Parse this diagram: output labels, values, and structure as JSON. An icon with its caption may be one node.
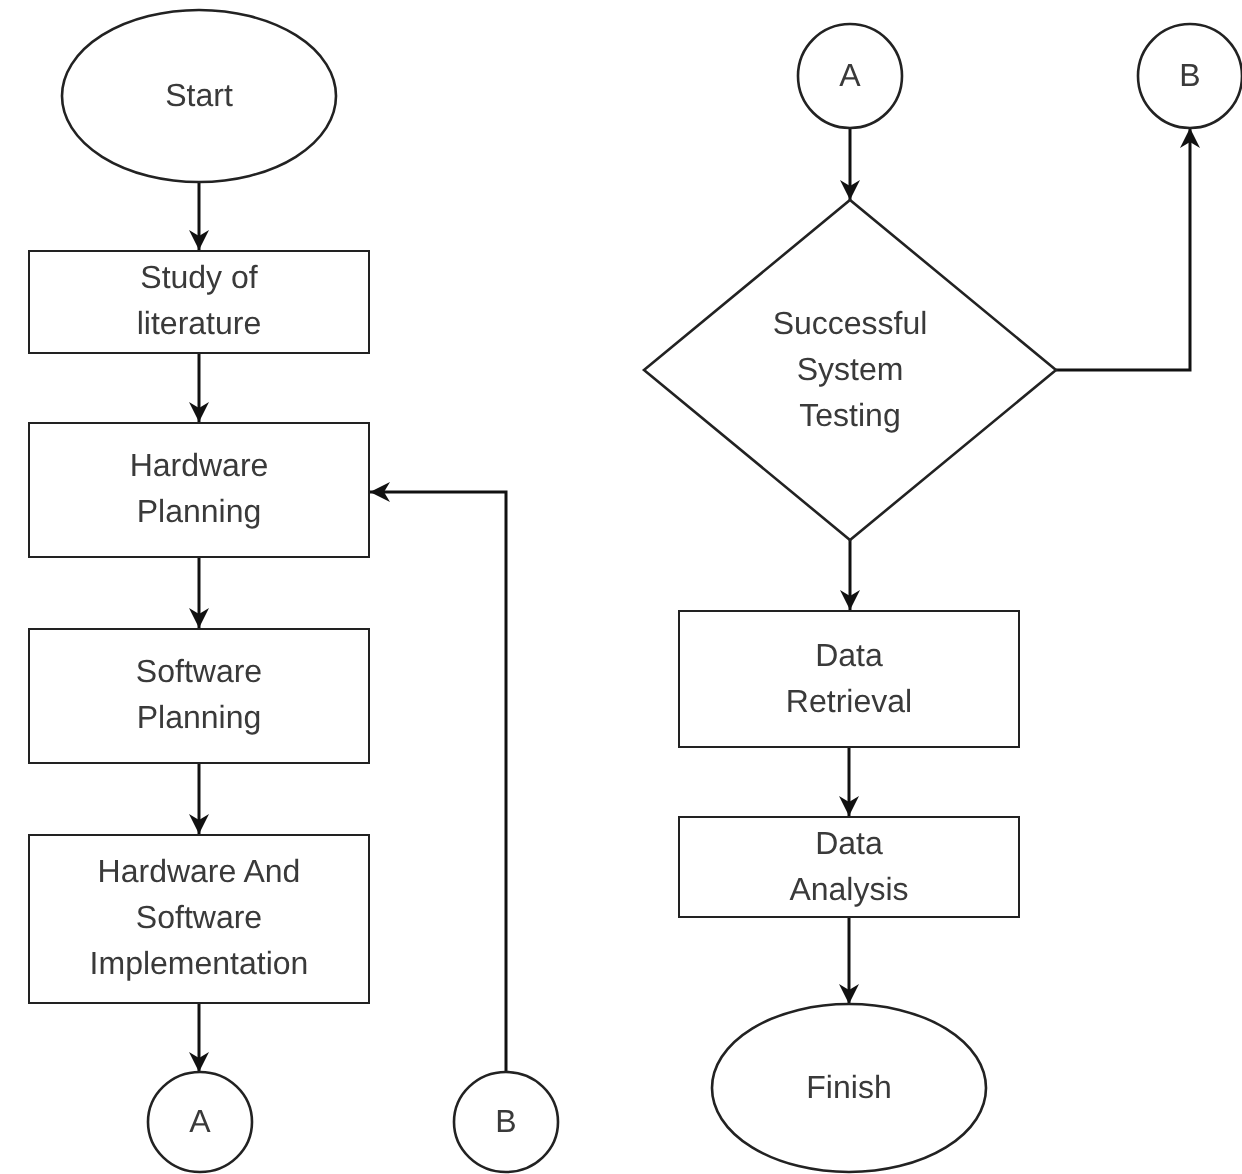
{
  "diagram": {
    "nodes": [
      {
        "text": [
          "Start"
        ]
      },
      {
        "text": [
          "Study of literature"
        ]
      },
      {
        "text": [
          "Hardware Planning"
        ]
      },
      {
        "text": [
          "Software Planning"
        ]
      },
      {
        "text": [
          "Hardware And Software Implementation"
        ]
      },
      {
        "text": [
          "A"
        ]
      },
      {
        "text": [
          "B"
        ]
      },
      {
        "text": [
          "A"
        ]
      },
      {
        "text": [
          "B"
        ]
      },
      {
        "text": [
          "Successful System Testing"
        ]
      },
      {
        "text": [
          "Data Retrieval"
        ]
      },
      {
        "text": [
          "Data Analysis"
        ]
      },
      {
        "text": [
          "Finish"
        ]
      }
    ],
    "edges": [
      {
        "from": 0,
        "to": 1,
        "arrow": "to"
      },
      {
        "from": 1,
        "to": 2,
        "arrow": "to"
      },
      {
        "from": 2,
        "to": 3,
        "arrow": "to"
      },
      {
        "from": 3,
        "to": 4,
        "arrow": "to"
      },
      {
        "from": 4,
        "to": 5,
        "arrow": "to"
      },
      {
        "from": 6,
        "to": 2,
        "arrow": "to"
      },
      {
        "from": 7,
        "to": 9,
        "arrow": "to"
      },
      {
        "from": 9,
        "to": 8,
        "arrow": "to"
      },
      {
        "from": 9,
        "to": 10,
        "arrow": "to"
      },
      {
        "from": 10,
        "to": 11,
        "arrow": "to"
      },
      {
        "from": 11,
        "to": 12,
        "arrow": "to"
      }
    ]
  }
}
